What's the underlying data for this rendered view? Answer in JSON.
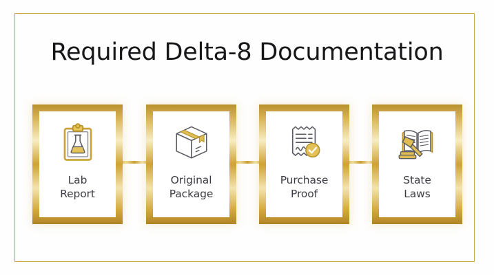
{
  "slide": {
    "title": "Required Delta-8 Documentation",
    "background_color": "#ffffff",
    "frame_color": "#c9a84a",
    "accent_gold": "#cfa333",
    "text_color": "#3c3c44",
    "title_color": "#17171a"
  },
  "cards": [
    {
      "icon": "clipboard-flask-icon",
      "label_line1": "Lab",
      "label_line2": "Report"
    },
    {
      "icon": "package-box-icon",
      "label_line1": "Original",
      "label_line2": "Package"
    },
    {
      "icon": "receipt-check-icon",
      "label_line1": "Purchase",
      "label_line2": "Proof"
    },
    {
      "icon": "gavel-book-icon",
      "label_line1": "State",
      "label_line2": "Laws"
    }
  ],
  "connectors": [
    {
      "name": "connector-1-2"
    },
    {
      "name": "connector-2-3"
    },
    {
      "name": "connector-3-4"
    }
  ]
}
